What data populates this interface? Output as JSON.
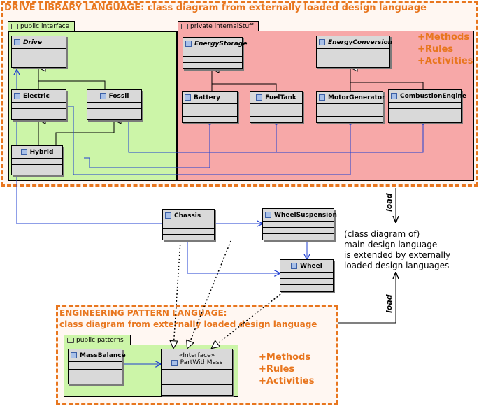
{
  "drive_region": {
    "title": "DRIVE LIBRARY LANGUAGE: class diagram from externally loaded design language",
    "additions": [
      "+Methods",
      "+Rules",
      "+Activities"
    ]
  },
  "public_interface": {
    "tab_label": "public interface",
    "classes": {
      "drive": "Drive",
      "electric": "Electric",
      "fossil": "Fossil",
      "hybrid": "Hybrid"
    }
  },
  "private_internal": {
    "tab_label": "private internalStuff",
    "classes": {
      "energy_storage": "EnergyStorage",
      "energy_conversion": "EnergyConversion",
      "battery": "Battery",
      "fuel_tank": "FuelTank",
      "motor_generator": "MotorGenerator",
      "combustion_engine": "CombustionEngine"
    }
  },
  "main_classes": {
    "chassis": "Chassis",
    "wheel_suspension": "WheelSuspension",
    "wheel": "Wheel"
  },
  "note": [
    "(class diagram of)",
    "main design language",
    "is extended by externally",
    "loaded design languages"
  ],
  "load_labels": {
    "top": "load",
    "bottom": "load"
  },
  "pattern_region": {
    "title_line1": "ENGINEERING PATTERN LANGUAGE:",
    "title_line2": "class diagram from externally loaded design language",
    "additions": [
      "+Methods",
      "+Rules",
      "+Activities"
    ]
  },
  "public_patterns": {
    "tab_label": "public patterns",
    "classes": {
      "mass_balance": "MassBalance",
      "part_with_mass_stereotype": "«Interface»",
      "part_with_mass": "PartWithMass"
    }
  },
  "colors": {
    "region_border": "#e8761e",
    "public_fill": "#ccf5a8",
    "private_fill": "#f7a8a8",
    "link_blue": "#1f3fd1"
  }
}
